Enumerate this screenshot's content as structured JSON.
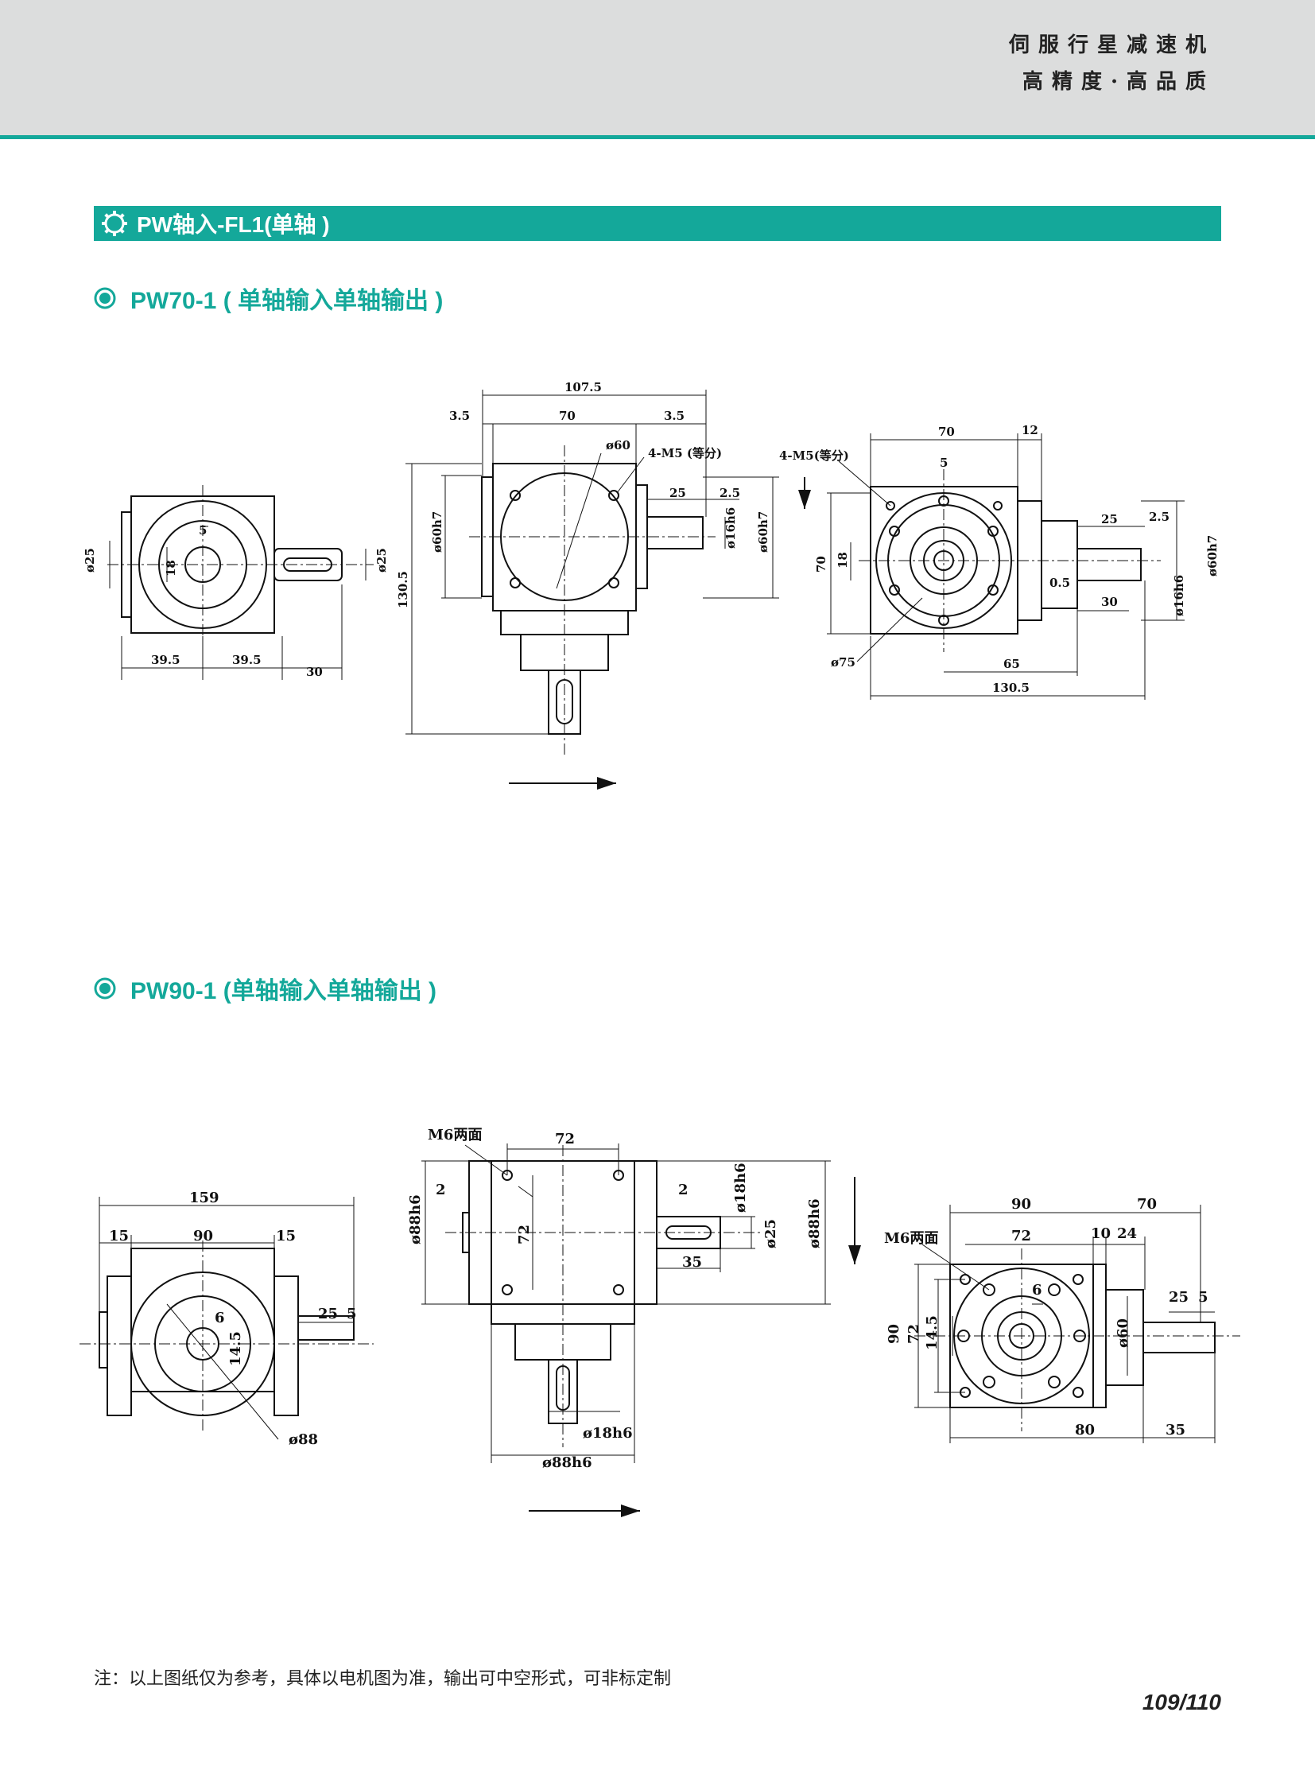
{
  "header": {
    "slogan_line1": "伺服行星减速机",
    "slogan_line2": "高精度·高品质",
    "accent_color": "#14a89a",
    "background_color": "#dcdddd"
  },
  "section": {
    "title": "PW轴入-FL1(单轴 )",
    "icon": "gear-icon"
  },
  "models": [
    {
      "title": "PW70-1 ( 单轴输入单轴输出 )",
      "icon": "radio-bullet-icon",
      "dims": {
        "v1_d25_left": "ø25",
        "v1_18": "18",
        "v1_5": "5",
        "v1_d25_right": "ø25",
        "v1_39_5_a": "39.5",
        "v1_39_5_b": "39.5",
        "v1_30": "30",
        "v2_107_5": "107.5",
        "v2_3_5_a": "3.5",
        "v2_70": "70",
        "v2_3_5_b": "3.5",
        "v2_d60": "ø60",
        "v2_4m5": "4-M5 (等分)",
        "v2_25": "25",
        "v2_2_5": "2.5",
        "v2_d60h7_left": "ø60h7",
        "v2_d16h6": "ø16h6",
        "v2_d60h7_right": "ø60h7",
        "v2_130_5": "130.5",
        "v3_70_top": "70",
        "v3_12": "12",
        "v3_5": "5",
        "v3_4m5": "4-M5(等分)",
        "v3_70_left": "70",
        "v3_18": "18",
        "v3_25": "25",
        "v3_2_5": "2.5",
        "v3_0_5": "0.5",
        "v3_30": "30",
        "v3_d16h6": "ø16h6",
        "v3_d60h7": "ø60h7",
        "v3_d75": "ø75",
        "v3_65": "65",
        "v3_130_5": "130.5"
      }
    },
    {
      "title": "PW90-1 (单轴输入单轴输出 )",
      "icon": "radio-bullet-icon",
      "dims": {
        "v1_159": "159",
        "v1_15_a": "15",
        "v1_90": "90",
        "v1_15_b": "15",
        "v1_6": "6",
        "v1_14_5": "14.5",
        "v1_25": "25",
        "v1_5": "5",
        "v1_d88": "ø88",
        "v2_m6": "M6两面",
        "v2_72_top": "72",
        "v2_2_left": "2",
        "v2_2_right": "2",
        "v2_d18h6_top": "ø18h6",
        "v2_d88h6_left": "ø88h6",
        "v2_72_mid": "72",
        "v2_d25": "ø25",
        "v2_d88h6_right": "ø88h6",
        "v2_35": "35",
        "v2_d18h6_bottom": "ø18h6",
        "v2_d88h6_bottom": "ø88h6",
        "v3_90_top": "90",
        "v3_70": "70",
        "v3_m6": "M6两面",
        "v3_72_top": "72",
        "v3_10": "10",
        "v3_24": "24",
        "v3_6": "6",
        "v3_25": "25",
        "v3_5": "5",
        "v3_90_left": "90",
        "v3_72_left": "72",
        "v3_14_5": "14.5",
        "v3_d60": "ø60",
        "v3_80": "80",
        "v3_35": "35"
      }
    }
  ],
  "footer": {
    "note": "注：以上图纸仅为参考，具体以电机图为准，输出可中空形式，可非标定制",
    "page_number": "109/110"
  }
}
